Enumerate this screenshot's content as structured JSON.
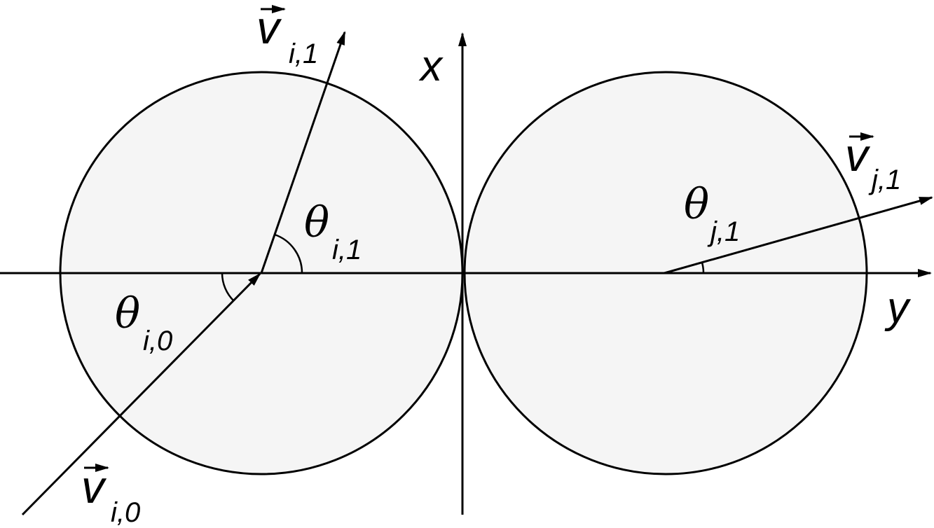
{
  "colors": {
    "background": "#ffffff",
    "disk_fill": "#f5f5f5",
    "stroke": "#000000"
  },
  "axes": {
    "x_label": "x",
    "y_label": "y"
  },
  "vectors": {
    "v_i1": {
      "symbol": "v",
      "subscript": "i,1"
    },
    "v_j1": {
      "symbol": "v",
      "subscript": "j,1"
    },
    "v_i0": {
      "symbol": "v",
      "subscript": "i,0"
    }
  },
  "angles": {
    "theta_i1": {
      "symbol": "θ",
      "subscript": "i,1"
    },
    "theta_i0": {
      "symbol": "θ",
      "subscript": "i,0"
    },
    "theta_j1": {
      "symbol": "θ",
      "subscript": "j,1"
    }
  }
}
